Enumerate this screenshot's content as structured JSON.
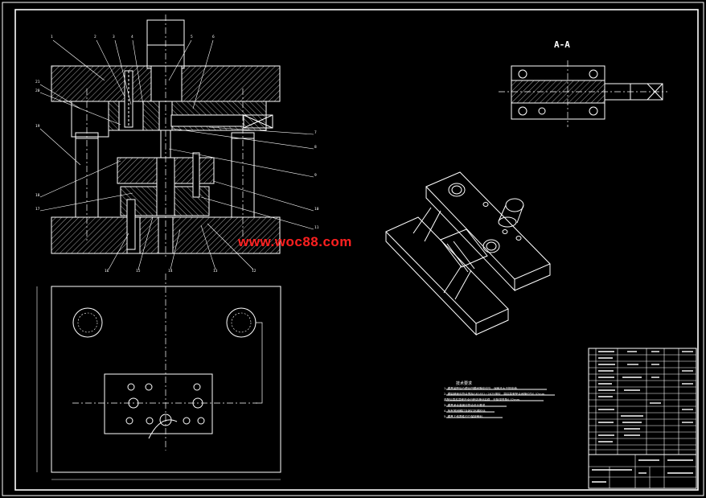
{
  "watermark": "www.woc88.com",
  "section_label": "A-A",
  "tech_title": "技术要求",
  "tech_lines": [
    "1. 模具装配后凸模与凹模间隙应均匀，误差不大于规定值。",
    "2. 模架精度应符合国标GB2851~2875规定，导柱导套配合间隙均匀0.02mm。",
    "   装配后导柱导套在全行程内滑动平稳、无阻滞现象0.02mm。",
    "3. 模具闭合高度应符合设计要求。",
    "4. 所有紧固螺钉及销钉不得松动。",
    "5. 模具工作零件刃口保持锋利。"
  ],
  "part_numbers_left": [
    "1",
    "2",
    "3",
    "4",
    "5",
    "6",
    "21",
    "20",
    "19",
    "18",
    "17",
    "16"
  ],
  "part_numbers_right": [
    "7",
    "8",
    "9",
    "10",
    "11",
    "12",
    "13",
    "14",
    "15"
  ],
  "colors": {
    "background": "#000000",
    "line": "#ffffff",
    "hatch": "#d8d8d8",
    "watermark": "#ff2020",
    "leader": "#ffffff"
  }
}
